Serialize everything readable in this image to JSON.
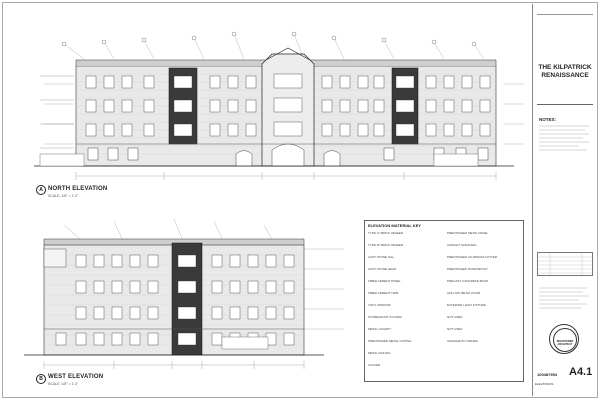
{
  "drawing": {
    "north_elevation": {
      "marker": "A",
      "title": "NORTH ELEVATION",
      "scale": "SCALE: 1/8\" = 1'-0\""
    },
    "west_elevation": {
      "marker": "B",
      "title": "WEST ELEVATION",
      "scale": "SCALE: 1/8\" = 1'-0\""
    },
    "material_key": {
      "heading": "ELEVATION MATERIAL KEY",
      "left_items": [
        "TYPE 'A' BRICK VENEER",
        "TYPE 'B' BRICK VENEER",
        "CAST STONE SILL",
        "CAST STONE HEAD",
        "FIBER CEMENT PANEL",
        "FIBER CEMENT TRIM",
        "VINYL WINDOW",
        "STOREFRONT SYSTEM",
        "METAL CANOPY",
        "PREFINISHED METAL COPING",
        "METAL RAILING",
        "LOUVER"
      ],
      "right_items": [
        "PREFINISHED METAL PANEL",
        "ASPHALT SHINGLES",
        "PREFINISHED ALUMINUM GUTTER",
        "PREFINISHED DOWNSPOUT",
        "PRECAST CONCRETE BAND",
        "HOLLOW METAL DOOR",
        "EXTERIOR LIGHT FIXTURE",
        "NOT USED",
        "NOT USED",
        "SIGNAGE BY OWNER"
      ]
    }
  },
  "title_block": {
    "project_title_line1": "THE KILPATRICK",
    "project_title_line2": "RENAISSANCE",
    "notes_heading": "NOTES:",
    "sheet_number": "A4.1",
    "job_number": "100487954",
    "seal_text": "REGISTERED ARCHITECT",
    "sheet_title": "ELEVATIONS"
  },
  "colors": {
    "line": "#333333",
    "dark_panel": "#3a3a3a",
    "grid": "#9a9a9a",
    "roof": "#bdbdbd"
  }
}
